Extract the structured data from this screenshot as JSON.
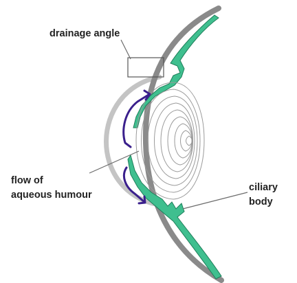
{
  "labels": {
    "drainage_angle": "drainage angle",
    "flow_line1": "flow of",
    "flow_line2": "aqueous humour",
    "ciliary_line1": "ciliary",
    "ciliary_line2": "body"
  },
  "colors": {
    "sclera": "#8a8a8a",
    "cornea": "#c4c4c4",
    "tissue": "#3fbf8f",
    "tissue_outline": "#1e7e5a",
    "flow_arrow": "#3a1f8c",
    "lens_lines": "#9a9a9a",
    "label_text": "#222222"
  }
}
